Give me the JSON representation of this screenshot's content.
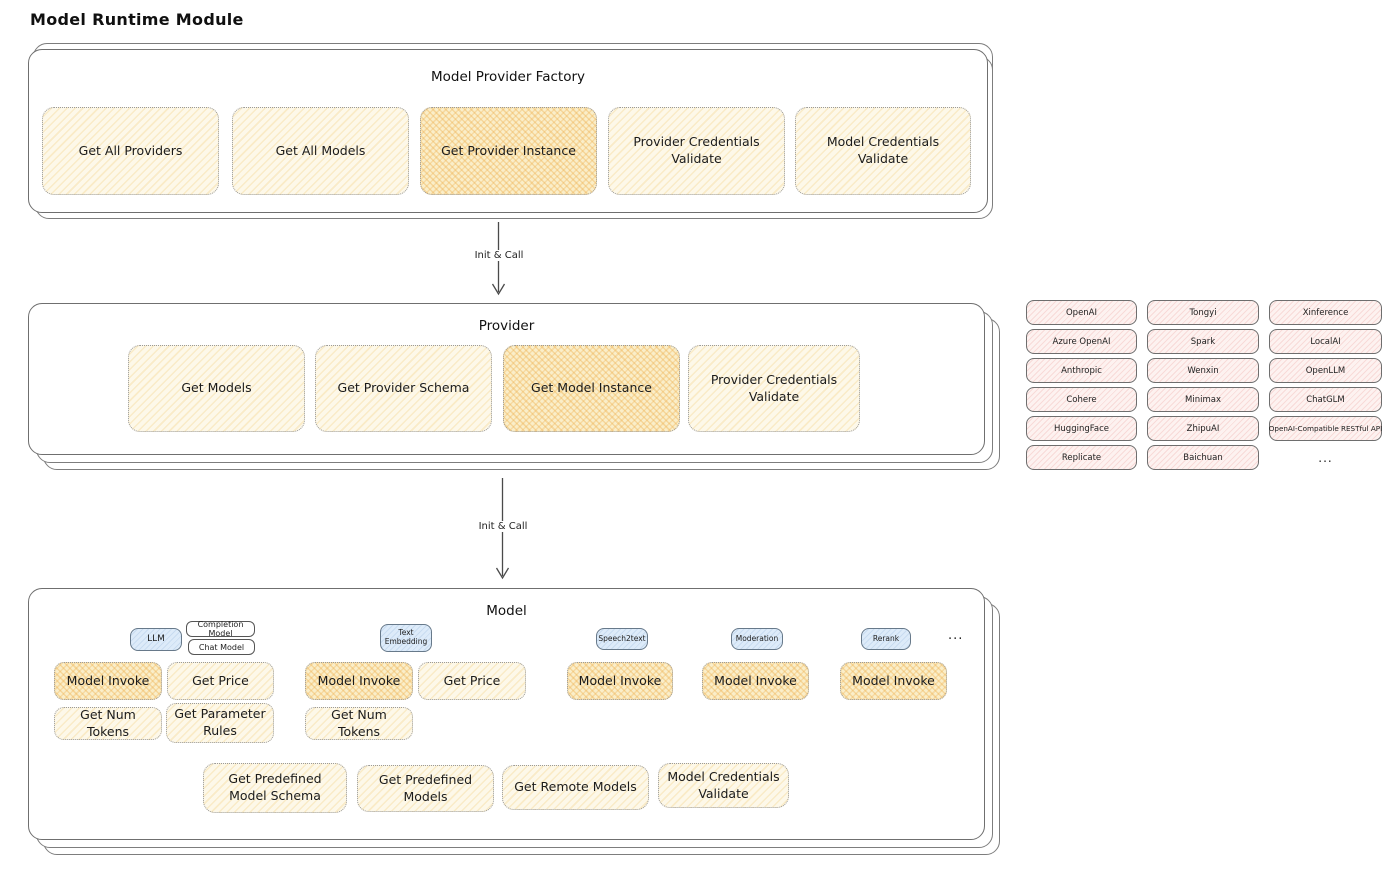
{
  "page": {
    "title": "Model Runtime Module"
  },
  "colors": {
    "yellow_fill": "#fdf8e9",
    "highlight_fill": "#faeec9",
    "highlight_hatch": "#eeb252",
    "pink_fill": "#fdf2f0",
    "blue_fill": "#ddebf9",
    "panel_border": "#6f6f6f"
  },
  "factory": {
    "title": "Model Provider Factory",
    "boxes": [
      "Get All Providers",
      "Get All Models",
      "Get Provider Instance",
      "Provider Credentials Validate",
      "Model Credentials Validate"
    ]
  },
  "arrows": {
    "first": "Init & Call",
    "second": "Init & Call"
  },
  "provider": {
    "title": "Provider",
    "boxes": [
      "Get Models",
      "Get Provider Schema",
      "Get Model Instance",
      "Provider Credentials Validate"
    ]
  },
  "grid": {
    "col1": [
      "OpenAI",
      "Azure OpenAI",
      "Anthropic",
      "Cohere",
      "HuggingFace",
      "Replicate"
    ],
    "col2": [
      "Tongyi",
      "Spark",
      "Wenxin",
      "Minimax",
      "ZhipuAI",
      "Baichuan"
    ],
    "col3": [
      "Xinference",
      "LocalAI",
      "OpenLLM",
      "ChatGLM",
      "OpenAI-Compatible RESTful API"
    ],
    "ellipsis": "..."
  },
  "model": {
    "title": "Model",
    "tabs": {
      "llm": "LLM",
      "completion": "Completion Model",
      "chat": "Chat Model",
      "text_embedding": "Text Embedding",
      "speech2text": "Speech2text",
      "moderation": "Moderation",
      "rerank": "Rerank",
      "ellipsis": "..."
    },
    "groups": {
      "llm": {
        "invoke": "Model Invoke",
        "price": "Get Price",
        "num_tokens": "Get Num Tokens",
        "param_rules": "Get Parameter Rules"
      },
      "text_embedding": {
        "invoke": "Model Invoke",
        "price": "Get Price",
        "num_tokens": "Get Num Tokens"
      },
      "speech2text": {
        "invoke": "Model Invoke"
      },
      "moderation": {
        "invoke": "Model Invoke"
      },
      "rerank": {
        "invoke": "Model Invoke"
      }
    },
    "common": [
      "Get Predefined Model Schema",
      "Get Predefined Models",
      "Get Remote Models",
      "Model Credentials Validate"
    ]
  }
}
